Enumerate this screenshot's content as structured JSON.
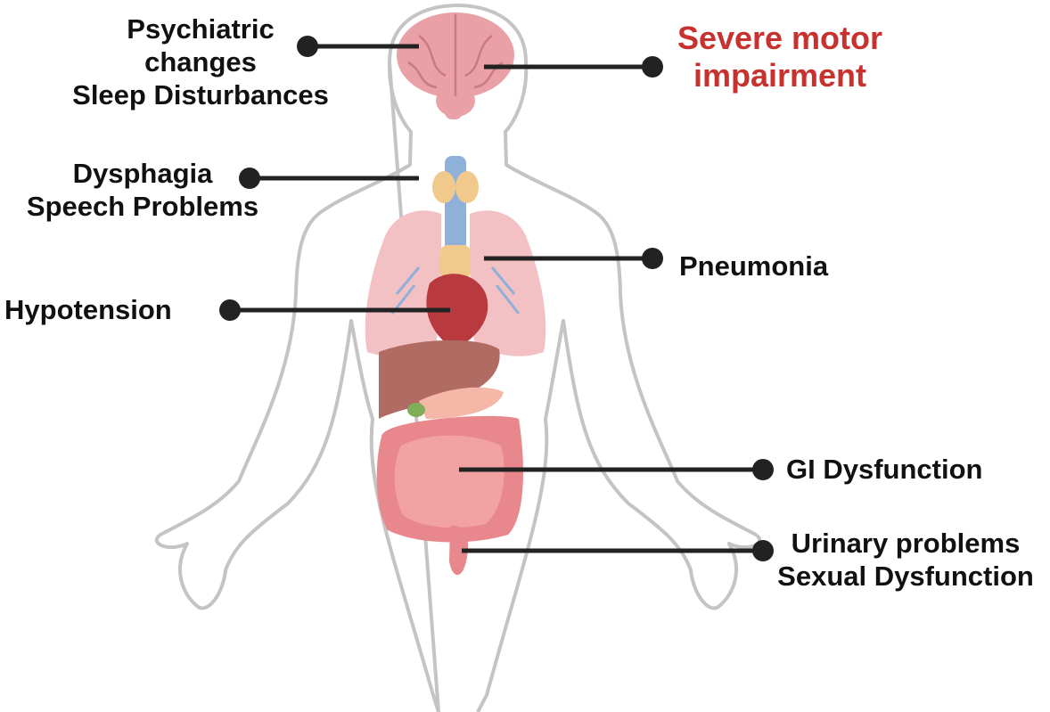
{
  "colors": {
    "text": "#111111",
    "accent": "#c7322f",
    "connector": "#222222",
    "body_outline": "#c4c4c4",
    "brain": "#e9a0a6",
    "lungs": "#f3c1c4",
    "trachea": "#8fb0d8",
    "thyroid": "#f2c98d",
    "heart": "#b83a3f",
    "liver": "#b06b63",
    "pancreas": "#f5b7a8",
    "gallbladder": "#7fae5a",
    "intestine_small": "#f2a2a2",
    "intestine_large": "#e8888c",
    "bladder": "#e8888c"
  },
  "annotations": [
    {
      "id": "psychiatric",
      "lines": [
        "Psychiatric",
        "changes",
        "Sleep Disturbances"
      ],
      "organ": "brain"
    },
    {
      "id": "motor",
      "lines": [
        "Severe motor",
        "impairment"
      ],
      "organ": "brain",
      "emphasis": "accent"
    },
    {
      "id": "dysphagia",
      "lines": [
        "Dysphagia",
        "Speech Problems"
      ],
      "organ": "throat"
    },
    {
      "id": "pneumonia",
      "lines": [
        "Pneumonia"
      ],
      "organ": "lungs"
    },
    {
      "id": "hypotension",
      "lines": [
        "Hypotension"
      ],
      "organ": "heart"
    },
    {
      "id": "gi",
      "lines": [
        "GI Dysfunction"
      ],
      "organ": "intestines"
    },
    {
      "id": "urinary",
      "lines": [
        "Urinary problems",
        "Sexual Dysfunction"
      ],
      "organ": "bladder"
    }
  ]
}
